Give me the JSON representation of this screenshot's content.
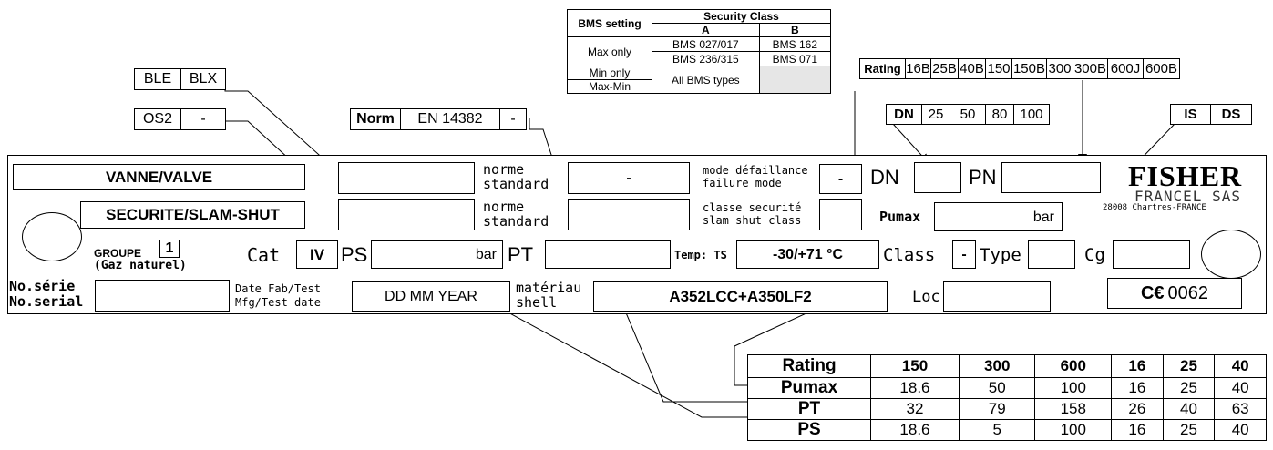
{
  "bms_table": {
    "header_setting": "BMS setting",
    "header_security": "Security Class",
    "col_a": "A",
    "col_b": "B",
    "rows": [
      {
        "label": "Max only",
        "a1": "BMS 027/017",
        "b1": "BMS 162",
        "a2": "BMS 236/315",
        "b2": "BMS 071"
      },
      {
        "label_min": "Min only",
        "label_maxmin": "Max-Min",
        "a": "All BMS types"
      }
    ]
  },
  "rating_strip": [
    "Rating",
    "16B",
    "25B",
    "40B",
    "150",
    "150B",
    "300",
    "300B",
    "600J",
    "600B"
  ],
  "dn_strip": [
    "DN",
    "25",
    "50",
    "80",
    "100"
  ],
  "is_ds": [
    "IS",
    "DS"
  ],
  "ble_blx": [
    "BLE",
    "BLX"
  ],
  "os2": [
    "OS2",
    "-"
  ],
  "norm_strip": [
    "Norm",
    "EN 14382",
    "-"
  ],
  "plate": {
    "vanne": "VANNE/VALVE",
    "securite": "SECURITE/SLAM-SHUT",
    "norme_standard_1": "norme\nstandard",
    "norme_standard_2": "norme\nstandard",
    "norm_value": "-",
    "mode_defaillance": "mode défaillance\nfailure mode",
    "mode_value": "-",
    "classe_securite": "classe securité\nslam shut class",
    "dn_label": "DN",
    "pn_label": "PN",
    "pumax_label": "Pumax",
    "pumax_unit": "bar",
    "brand": "FISHER",
    "company": "FRANCEL SAS",
    "address": "28008 Chartres-FRANCE",
    "groupe_label": "GROUPE",
    "groupe_value": "1",
    "gaz": "(Gaz naturel)",
    "cat_label": "Cat",
    "cat_value": "IV",
    "ps_label": "PS",
    "ps_unit": "bar",
    "pt_label": "PT",
    "temp_label": "Temp: TS",
    "temp_value": "-30/+71 °C",
    "class_label": "Class",
    "class_value": "-",
    "type_label": "Type",
    "cg_label": "Cg",
    "serial_label": "No.série\nNo.serial",
    "date_label": "Date Fab/Test\nMfg/Test date",
    "date_value": "DD MM YEAR",
    "materiau_label": "matériau\nshell",
    "materiau_value": "A352LCC+A350LF2",
    "loc_label": "Loc",
    "ce_mark": "C€",
    "ce_number": "0062"
  },
  "pressure_table": {
    "headers": [
      "Rating",
      "150",
      "300",
      "600",
      "16",
      "25",
      "40"
    ],
    "rows": [
      [
        "Pumax",
        "18.6",
        "50",
        "100",
        "16",
        "25",
        "40"
      ],
      [
        "PT",
        "32",
        "79",
        "158",
        "26",
        "40",
        "63"
      ],
      [
        "PS",
        "18.6",
        "5",
        "100",
        "16",
        "25",
        "40"
      ]
    ]
  }
}
